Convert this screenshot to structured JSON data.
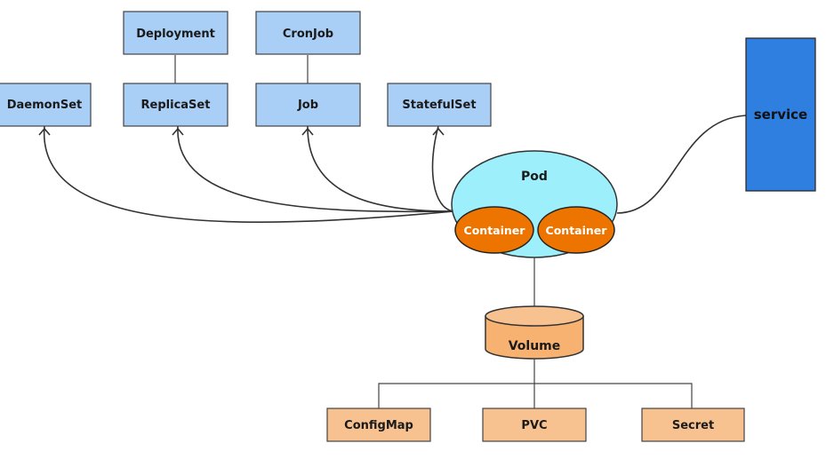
{
  "nodes": {
    "deployment": "Deployment",
    "cronjob": "CronJob",
    "daemonset": "DaemonSet",
    "replicaset": "ReplicaSet",
    "job": "Job",
    "statefulset": "StatefulSet",
    "service": "service",
    "pod": "Pod",
    "container_1": "Container",
    "container_2": "Container",
    "volume": "Volume",
    "configmap": "ConfigMap",
    "pvc": "PVC",
    "secret": "Secret"
  },
  "colors": {
    "controller_fill": "#a9cff7",
    "service_fill": "#2f7fe0",
    "pod_fill": "#9df0fb",
    "container_fill": "#ee7400",
    "storage_fill": "#f7c190"
  }
}
